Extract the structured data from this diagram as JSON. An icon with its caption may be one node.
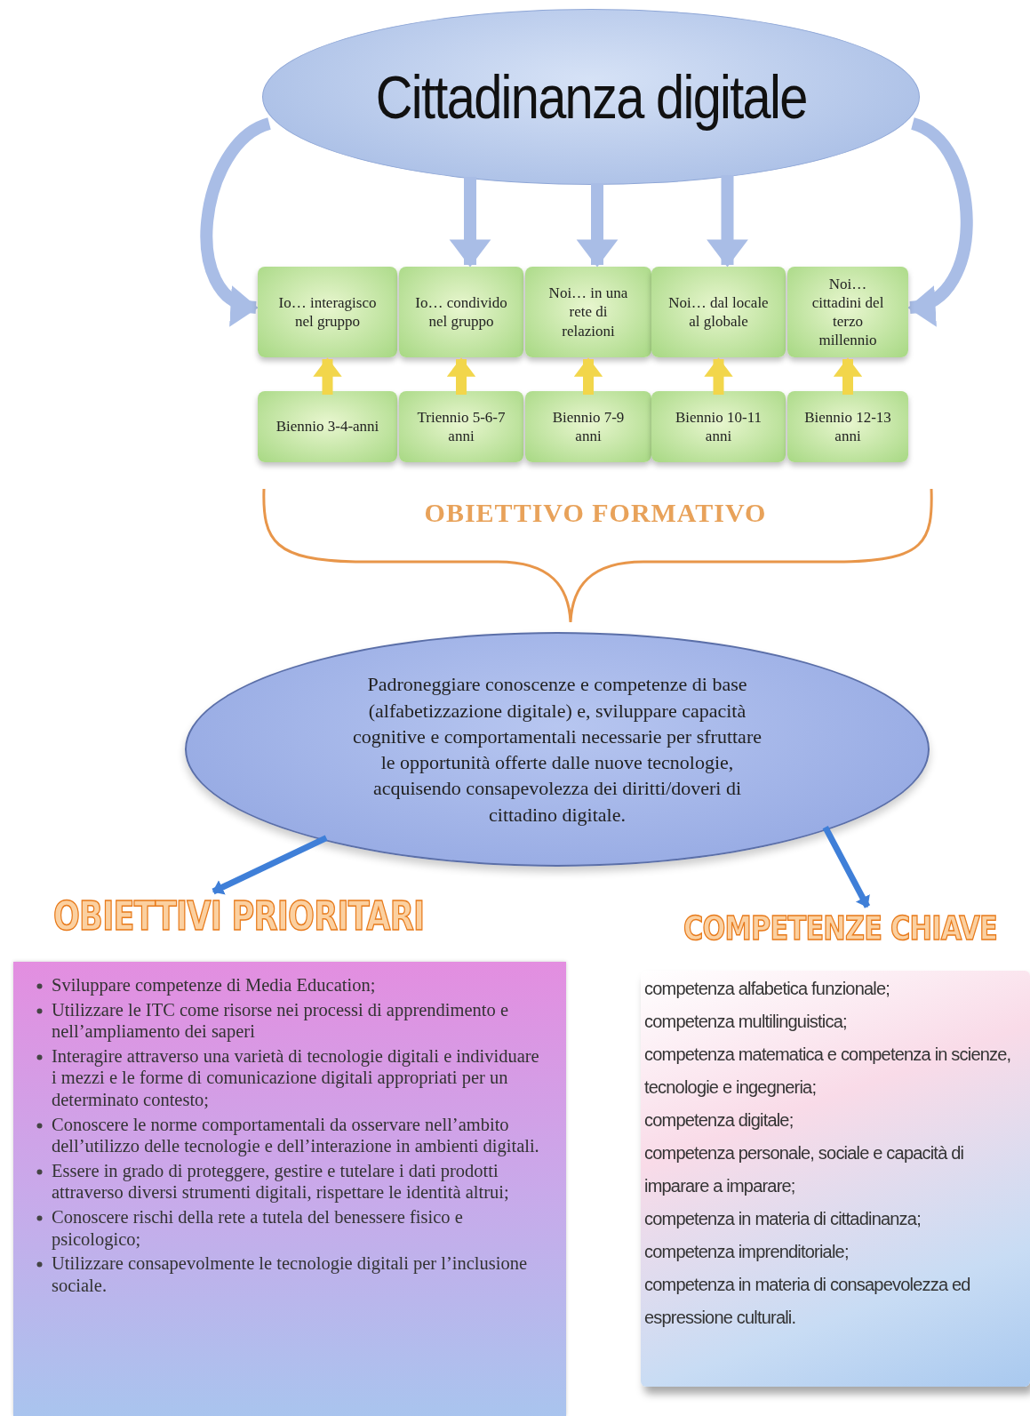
{
  "diagram": {
    "nodes": [
      {
        "text": [
          "Cittadinanza digitale"
        ]
      },
      {
        "text": [
          "Io… interagisco nel gruppo"
        ]
      },
      {
        "text": [
          "Io… condivido nel gruppo"
        ]
      },
      {
        "text": [
          "Noi… in una rete di relazioni"
        ]
      },
      {
        "text": [
          "Noi… dal locale al globale"
        ]
      },
      {
        "text": [
          "Noi… cittadini del terzo millennio"
        ]
      },
      {
        "text": [
          "Biennio 3-4-anni"
        ]
      },
      {
        "text": [
          "Triennio 5-6-7 anni"
        ]
      },
      {
        "text": [
          "Biennio 7-9 anni"
        ]
      },
      {
        "text": [
          "Biennio 10-11 anni"
        ]
      },
      {
        "text": [
          "Biennio 12-13 anni"
        ]
      },
      {
        "text": [
          "Padroneggiare conoscenze e competenze di base (alfabetizzazione digitale) e, sviluppare capacità cognitive e comportamentali necessarie per sfruttare le opportunità offerte dalle nuove tecnologie, acquisendo consapevolezza dei diritti/doveri di cittadino digitale."
        ]
      },
      {
        "text": [
          "OBIETTIVI PRIORITARI",
          "Sviluppare competenze di Media Education;",
          "Utilizzare le ITC come risorse nei processi di apprendimento e nell’ampliamento dei saperi",
          "Interagire attraverso una varietà di tecnologie digitali e individuare i mezzi e le forme di comunicazione digitali appropriati per un determinato contesto;",
          "Conoscere le norme comportamentali da osservare nell’ambito dell’utilizzo delle tecnologie e dell’interazione in ambienti digitali.",
          "Essere in grado di proteggere, gestire e tutelare i dati prodotti attraverso diversi strumenti digitali, rispettare le identità altrui;",
          "Conoscere rischi della rete a tutela del benessere fisico e psicologico;",
          "Utilizzare consapevolmente le tecnologie digitali per l’inclusione sociale."
        ]
      },
      {
        "text": [
          "COMPETENZE CHIAVE",
          "competenza alfabetica funzionale;",
          "competenza multilinguistica;",
          "competenza matematica e competenza in scienze, tecnologie e ingegneria;",
          "competenza digitale;",
          "competenza personale, sociale e capacità di imparare a imparare;",
          "competenza in materia di cittadinanza;",
          "competenza imprenditoriale;",
          "competenza in materia di consapevolezza ed espressione culturali."
        ]
      }
    ],
    "edges": [
      {
        "from": 0,
        "to": 1,
        "arrow": "to",
        "color": "#a9bde6"
      },
      {
        "from": 0,
        "to": 2,
        "arrow": "to",
        "color": "#a9bde6"
      },
      {
        "from": 0,
        "to": 3,
        "arrow": "to",
        "color": "#a9bde6"
      },
      {
        "from": 0,
        "to": 4,
        "arrow": "to",
        "color": "#a9bde6"
      },
      {
        "from": 0,
        "to": 5,
        "arrow": "to",
        "color": "#a9bde6"
      },
      {
        "from": 6,
        "to": 1,
        "arrow": "to",
        "color": "#f2d64b"
      },
      {
        "from": 7,
        "to": 2,
        "arrow": "to",
        "color": "#f2d64b"
      },
      {
        "from": 8,
        "to": 3,
        "arrow": "to",
        "color": "#f2d64b"
      },
      {
        "from": 9,
        "to": 4,
        "arrow": "to",
        "color": "#f2d64b"
      },
      {
        "from": 10,
        "to": 5,
        "arrow": "to",
        "color": "#f2d64b"
      },
      {
        "from": 11,
        "to": 12,
        "arrow": "to",
        "color": "#3f7fd8"
      },
      {
        "from": 11,
        "to": 13,
        "arrow": "to",
        "color": "#3f7fd8"
      }
    ],
    "labels": [
      "OBIETTIVO FORMATIVO"
    ]
  }
}
